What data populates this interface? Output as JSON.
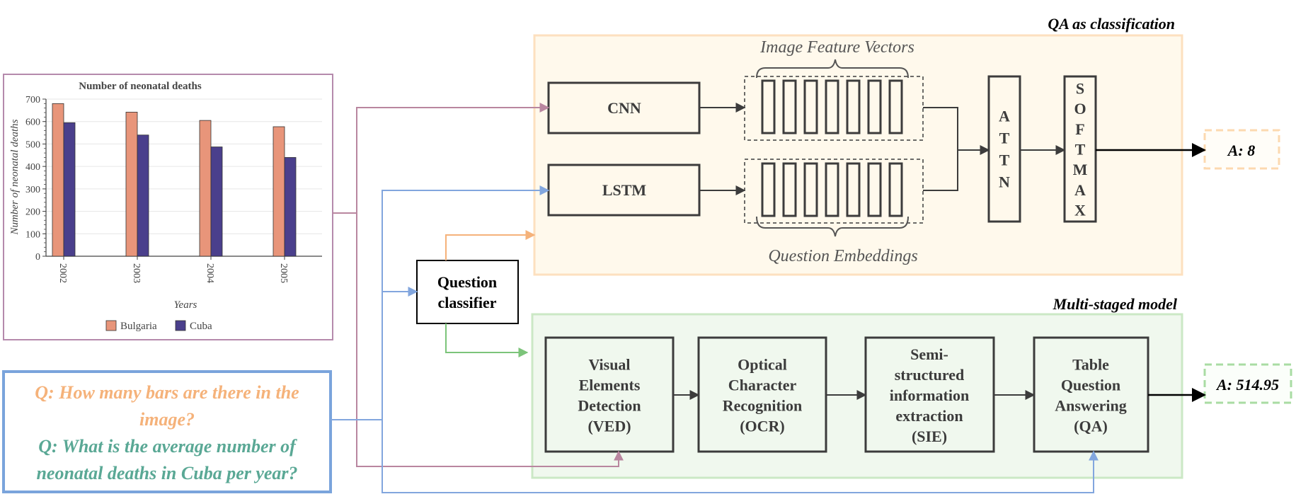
{
  "colors": {
    "bulgaria": "#e8957a",
    "cuba": "#4a3f8c",
    "chart_border": "#b58aac",
    "question_border": "#7aa4dc",
    "orange_text": "#f5b27a",
    "teal_text": "#5aa895",
    "qa_panel_fill": "#fff9ec",
    "qa_panel_border": "#fde0bf",
    "ms_panel_fill": "#f0f8ee",
    "ms_panel_border": "#cbe8c5",
    "purple_arrow": "#b9869f",
    "blue_arrow": "#82a6de",
    "orange_arrow": "#f5b27a",
    "green_arrow": "#7cc47a",
    "dark": "#3c3c3c"
  },
  "chart_data": {
    "type": "bar",
    "title": "Number of neonatal deaths",
    "xlabel": "Years",
    "ylabel": "Number of neonatal deaths",
    "categories": [
      "2002",
      "2003",
      "2004",
      "2005"
    ],
    "series": [
      {
        "name": "Bulgaria",
        "values": [
          680,
          642,
          605,
          577
        ]
      },
      {
        "name": "Cuba",
        "values": [
          595,
          540,
          487,
          440
        ]
      }
    ],
    "ylim": [
      0,
      700
    ],
    "yticks": [
      "0",
      "100",
      "200",
      "300",
      "400",
      "500",
      "600",
      "700"
    ],
    "grid": true,
    "legend": "bottom"
  },
  "questions": {
    "q1_line1": "Q: How many bars are there in the",
    "q1_line2": "image?",
    "q2_line1": "Q: What is the average number of",
    "q2_line2": "neonatal deaths in Cuba per year?"
  },
  "classifier": {
    "line1": "Question",
    "line2": "classifier"
  },
  "qa_panel": {
    "title": "QA as classification",
    "cnn": "CNN",
    "lstm": "LSTM",
    "image_features": "Image Feature Vectors",
    "question_embeddings": "Question Embeddings",
    "attn": [
      "A",
      "T",
      "T",
      "N"
    ],
    "softmax": [
      "S",
      "O",
      "F",
      "T",
      "M",
      "A",
      "X"
    ],
    "answer": "A: 8"
  },
  "ms_panel": {
    "title": "Multi-staged model",
    "ved": [
      "Visual",
      "Elements",
      "Detection",
      "(VED)"
    ],
    "ocr": [
      "Optical",
      "Character",
      "Recognition",
      "(OCR)"
    ],
    "sie": [
      "Semi-",
      "structured",
      "information",
      "extraction",
      "(SIE)"
    ],
    "qa": [
      "Table",
      "Question",
      "Answering",
      "(QA)"
    ],
    "answer": "A: 514.95"
  }
}
